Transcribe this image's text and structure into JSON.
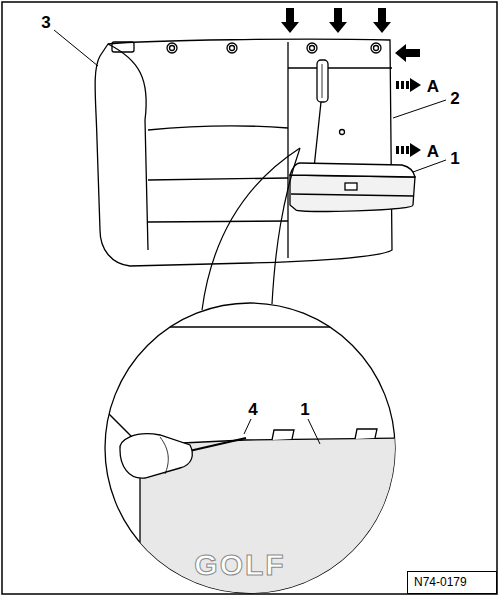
{
  "diagram": {
    "nodes": [
      {
        "text": [
          "N74-0179"
        ]
      }
    ],
    "labels": [
      "3",
      "A",
      "2",
      "A",
      "1",
      "4",
      "1",
      "GOLF"
    ]
  }
}
